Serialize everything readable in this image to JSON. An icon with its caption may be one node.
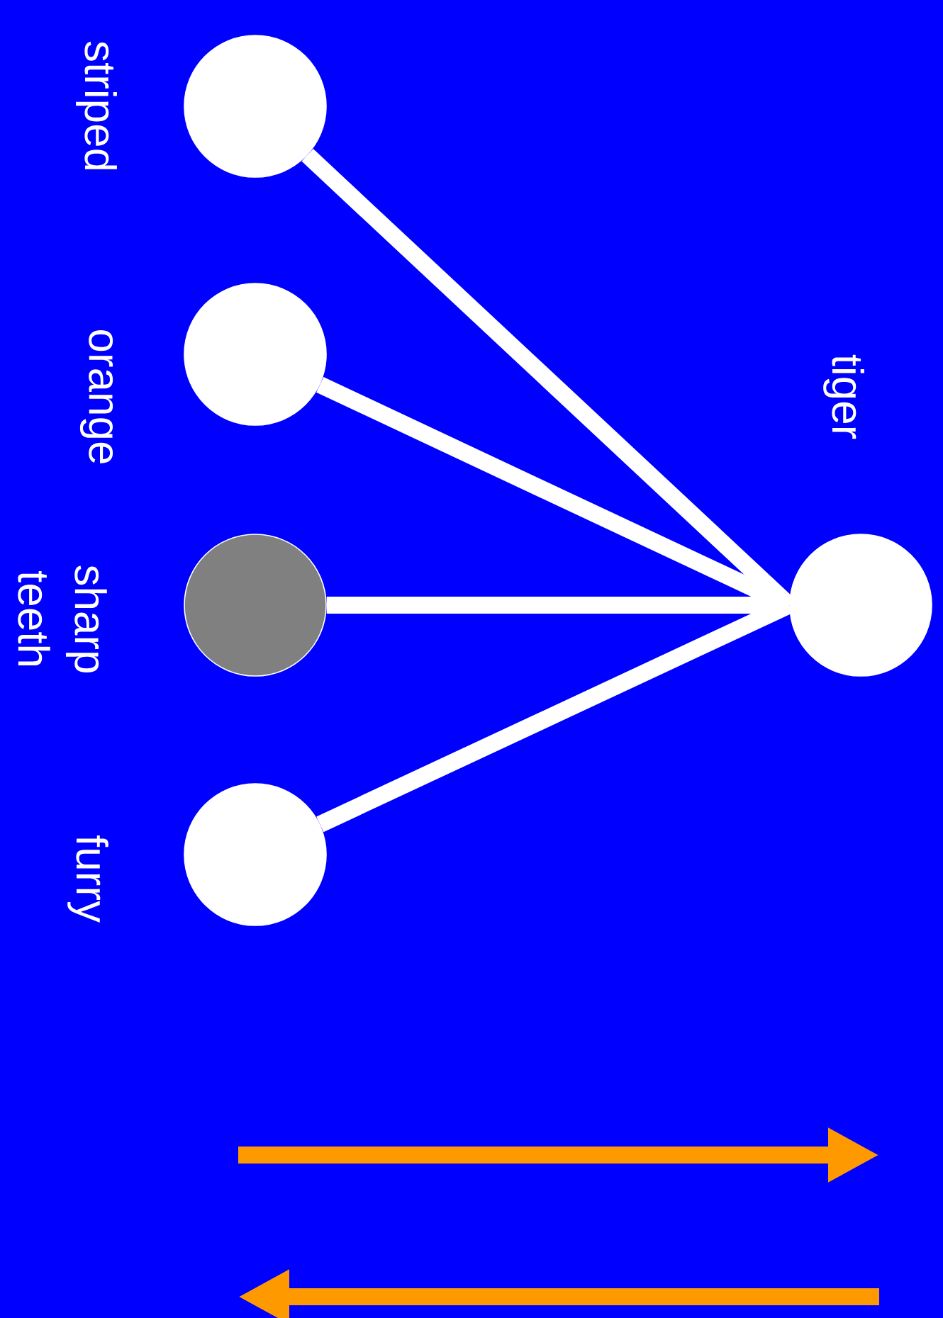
{
  "diagram": {
    "nodes": [
      {
        "text": [],
        "shape": "circle",
        "beside": [
          "striped"
        ]
      },
      {
        "text": [],
        "shape": "circle",
        "beside": [
          "orange"
        ]
      },
      {
        "text": [],
        "shape": "circle",
        "beside": [
          "sharp teeth"
        ]
      },
      {
        "text": [],
        "shape": "circle",
        "beside": [
          "furry"
        ]
      },
      {
        "text": [],
        "shape": "circle",
        "beside": [
          "tiger"
        ]
      }
    ],
    "edges": [
      {
        "from": 0,
        "to": 4,
        "arrow": "none"
      },
      {
        "from": 1,
        "to": 4,
        "arrow": "none"
      },
      {
        "from": 2,
        "to": 4,
        "arrow": "none"
      },
      {
        "from": 3,
        "to": 4,
        "arrow": "none"
      }
    ]
  }
}
